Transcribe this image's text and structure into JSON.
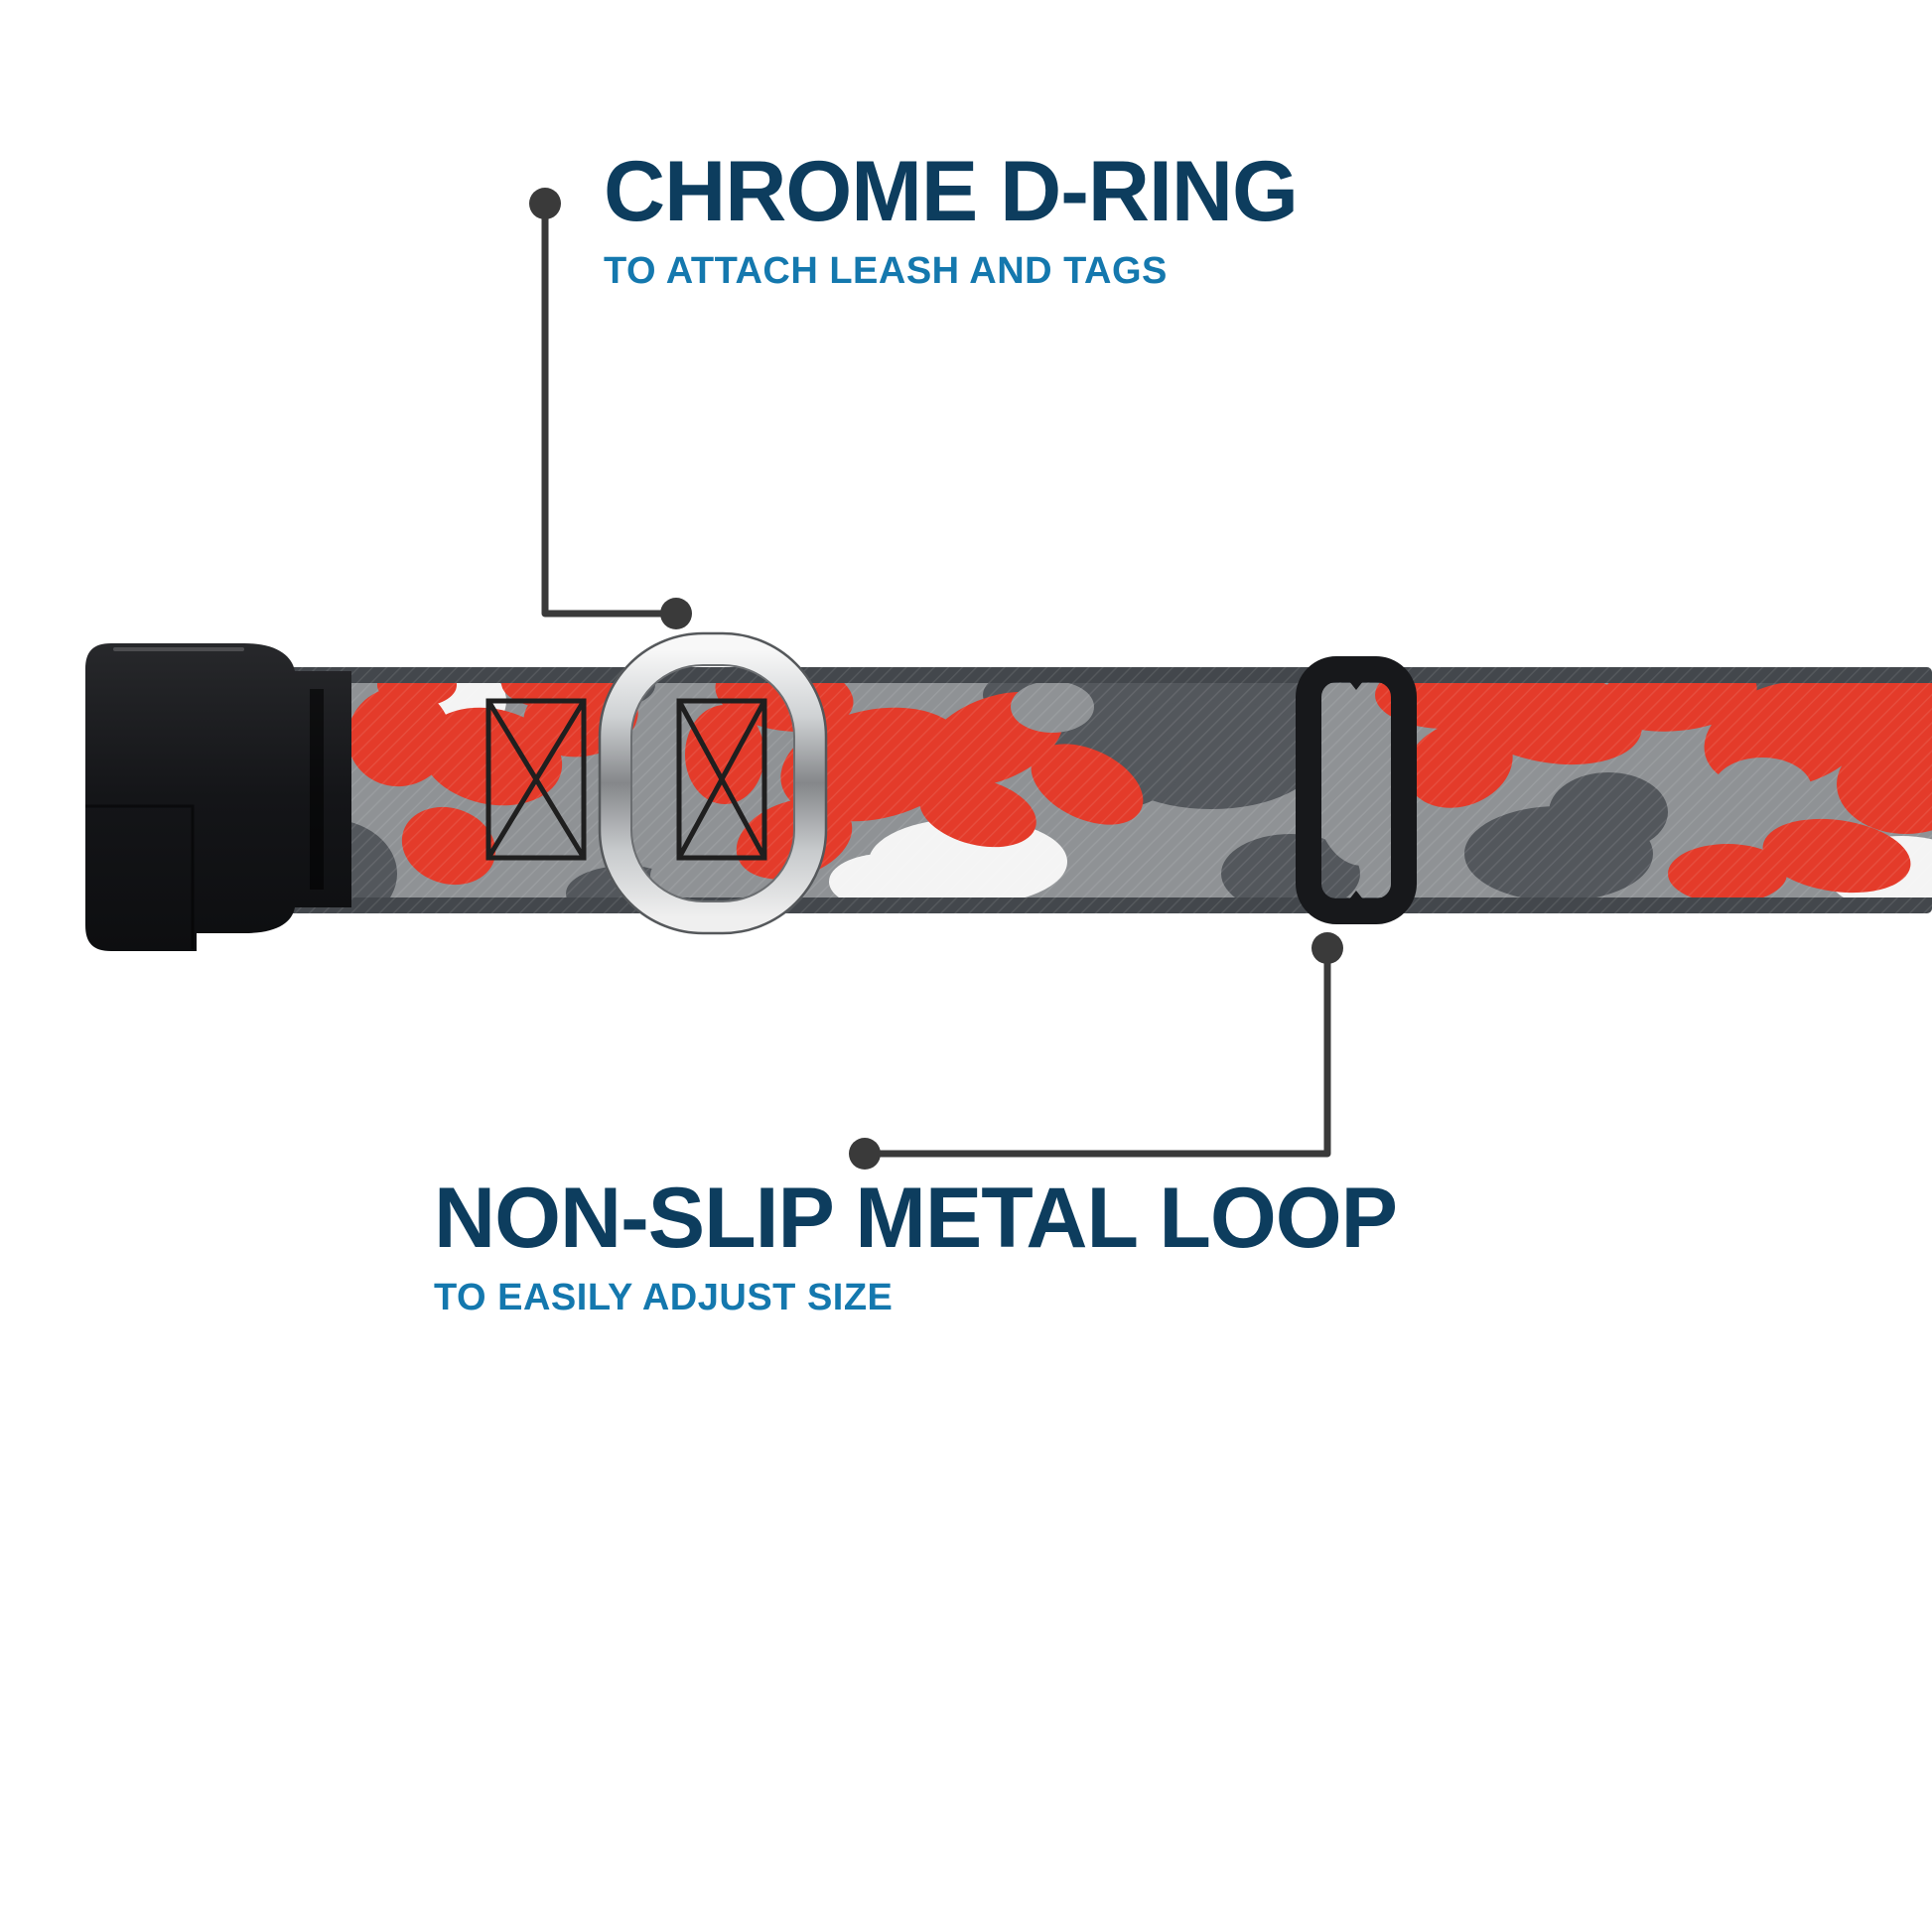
{
  "callouts": {
    "top": {
      "title": "CHROME D-RING",
      "subtitle": "TO ATTACH LEASH AND TAGS"
    },
    "bottom": {
      "title": "NON-SLIP METAL LOOP",
      "subtitle": "TO EASILY ADJUST SIZE"
    }
  },
  "colors": {
    "background": "#ffffff",
    "title_navy": "#0d3d5e",
    "subtitle_blue": "#1478ae",
    "callout_line": "#3a3a3a",
    "camo_red": "#e43b2a",
    "camo_gray": "#8f9295",
    "camo_dark_gray": "#53575c",
    "camo_white": "#f4f4f4",
    "webbing_edge": "#43474c",
    "hardware_black": "#17181b",
    "dring_chrome": "#c9ccce"
  }
}
